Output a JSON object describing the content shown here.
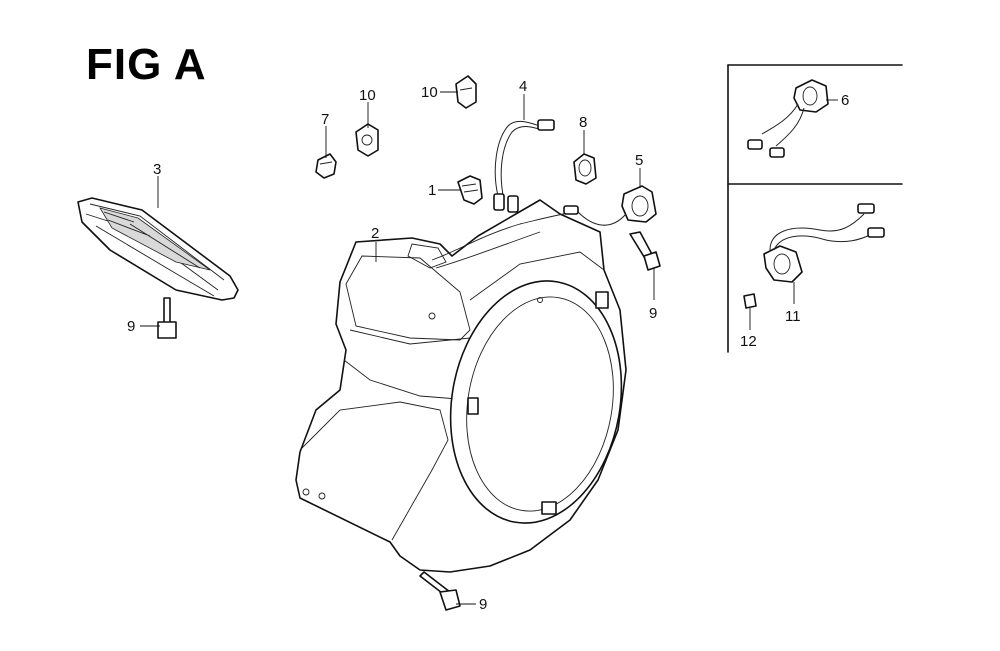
{
  "figure": {
    "title": "FIG A"
  },
  "callouts": [
    {
      "id": "c1",
      "number": "1"
    },
    {
      "id": "c2",
      "number": "2"
    },
    {
      "id": "c3",
      "number": "3"
    },
    {
      "id": "c4",
      "number": "4"
    },
    {
      "id": "c5",
      "number": "5"
    },
    {
      "id": "c6",
      "number": "6"
    },
    {
      "id": "c7",
      "number": "7"
    },
    {
      "id": "c8",
      "number": "8"
    },
    {
      "id": "c9a",
      "number": "9"
    },
    {
      "id": "c9b",
      "number": "9"
    },
    {
      "id": "c9c",
      "number": "9"
    },
    {
      "id": "c10a",
      "number": "10"
    },
    {
      "id": "c10b",
      "number": "10"
    },
    {
      "id": "c11",
      "number": "11"
    },
    {
      "id": "c12",
      "number": "12"
    }
  ]
}
